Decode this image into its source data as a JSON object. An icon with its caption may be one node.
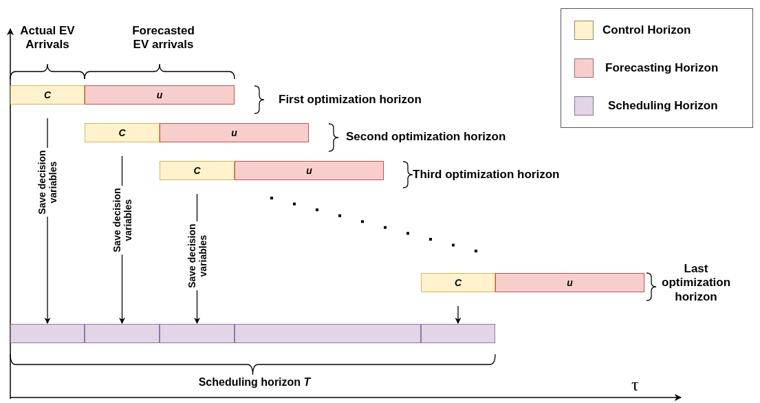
{
  "diagram": {
    "nodes": [
      {
        "text": [
          "C"
        ]
      },
      {
        "text": [
          "u"
        ]
      },
      {
        "text": [
          "C"
        ]
      },
      {
        "text": [
          "u"
        ]
      },
      {
        "text": [
          "C"
        ]
      },
      {
        "text": [
          "u"
        ]
      },
      {
        "text": [
          "C"
        ]
      },
      {
        "text": [
          "u"
        ]
      },
      {
        "text": [],
        "shape": "box"
      },
      {
        "text": [],
        "shape": "box"
      },
      {
        "text": [],
        "shape": "box"
      },
      {
        "text": [],
        "shape": "box"
      },
      {
        "text": [],
        "shape": "box"
      }
    ],
    "edges": [
      {
        "from": 0,
        "to": 8,
        "arrow": "to",
        "label": "Save decision variables"
      },
      {
        "from": 2,
        "to": 9,
        "arrow": "to",
        "label": "Save decision variables"
      },
      {
        "from": 4,
        "to": 10,
        "arrow": "to",
        "label": "Save decision variables"
      },
      {
        "from": 6,
        "to": 12,
        "arrow": "to"
      }
    ],
    "labels": [
      "Actual EV Arrivals",
      "Forecasted EV arrivals",
      "First optimization horizon",
      "Second optimization horizon",
      "Third optimization horizon",
      "Last optimization horizon",
      "Scheduling horizon *T*",
      "τ"
    ],
    "legend": [
      {
        "text": "Control Horizon",
        "color": "#fff2cc"
      },
      {
        "text": "Forecasting Horizon",
        "color": "#f8cecc"
      },
      {
        "text": "Scheduling Horizon",
        "color": "#e1d5e7"
      }
    ]
  }
}
